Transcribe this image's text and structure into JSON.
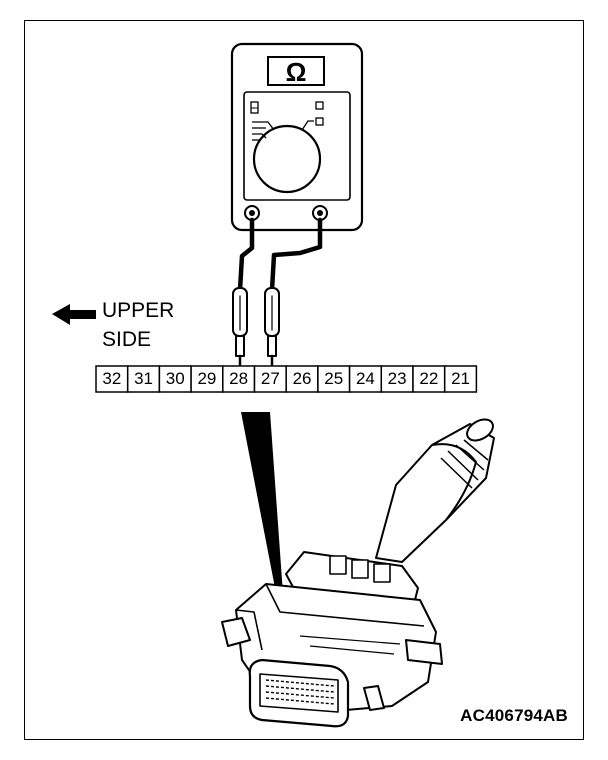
{
  "display": {
    "symbol": "Ω",
    "symbol_icon": "ohm-symbol-icon"
  },
  "labels": {
    "upper": "UPPER",
    "side": "SIDE",
    "figure_code": "AC406794AB"
  },
  "arrow_icon": "arrow-left-icon",
  "connector": {
    "pins": [
      "32",
      "31",
      "30",
      "29",
      "28",
      "27",
      "26",
      "25",
      "24",
      "23",
      "22",
      "21"
    ],
    "probed_pins": [
      "28",
      "27"
    ]
  },
  "colors": {
    "ink": "#000000",
    "background": "#ffffff"
  }
}
